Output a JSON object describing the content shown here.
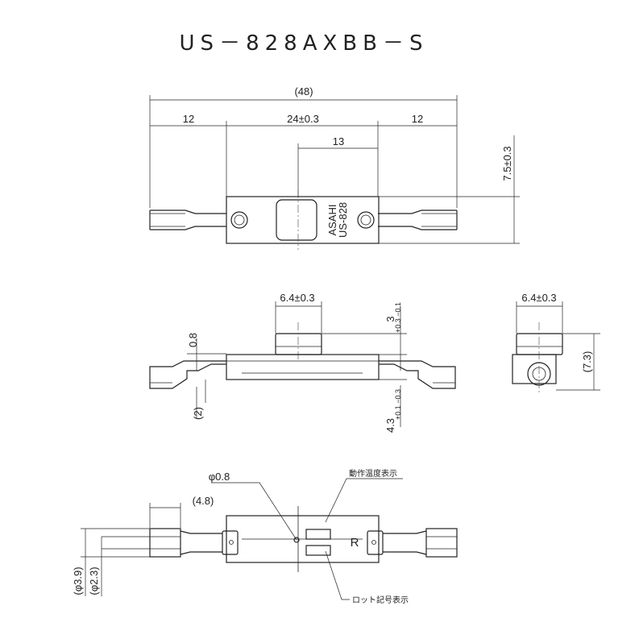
{
  "title": "US－828AXBB－S",
  "top_view": {
    "dim_overall": "(48)",
    "dim_left_tab": "12",
    "dim_body": "24±0.3",
    "dim_right_tab": "12",
    "dim_hole_pitch": "13",
    "dim_height": "7.5±0.3",
    "marking_line1": "ASAHI",
    "marking_line2": "US-828"
  },
  "side_view": {
    "dim_cap_width": "6.4±0.3",
    "dim_plate": "0.8",
    "dim_cap_height": "3",
    "dim_cap_height_tol": "+0.3 −0.1",
    "dim_lead_offset": "(2)",
    "dim_body_height": "4.3",
    "dim_body_height_tol": "+0.1 −0.3"
  },
  "end_view": {
    "dim_cap_width": "6.4±0.3",
    "dim_height": "(7.3)"
  },
  "bottom_view": {
    "dim_hole": "φ0.8",
    "dim_tab_length": "(4.8)",
    "dim_outer_dia": "(φ3.9)",
    "dim_inner_dia": "(φ2.3)",
    "note_temperature": "動作温度表示",
    "note_lot": "ロット記号表示",
    "marking_r": "R"
  }
}
